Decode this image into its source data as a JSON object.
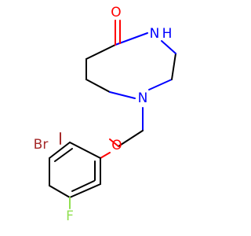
{
  "atoms": {
    "carbonyl_o": {
      "label": "O",
      "color": "#ff0000"
    },
    "amide_n": {
      "label": "N",
      "color": "#0000ff"
    },
    "amide_h": {
      "label": "H",
      "color": "#0000ff"
    },
    "amine_n": {
      "label": "N",
      "color": "#0000ff"
    },
    "ether_o": {
      "label": "O",
      "color": "#ff0000"
    },
    "bromine": {
      "label": "Br",
      "color": "#a52a2a"
    },
    "fluorine": {
      "label": "F",
      "color": "#90e050"
    }
  }
}
